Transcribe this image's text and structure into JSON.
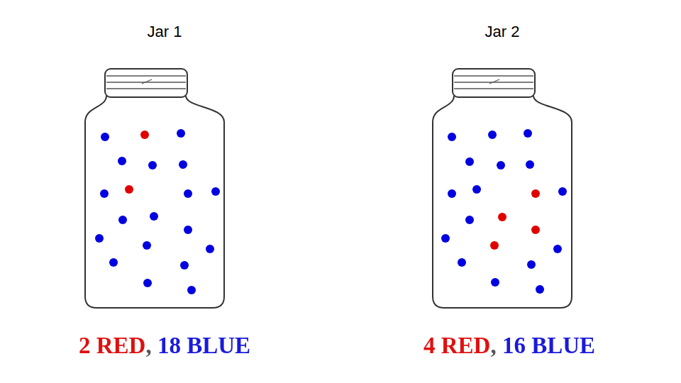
{
  "diagram": {
    "labels": [
      "Jar 1",
      "Jar 2",
      "2 RED, 18 BLUE",
      "4 RED, 16 BLUE"
    ]
  }
}
